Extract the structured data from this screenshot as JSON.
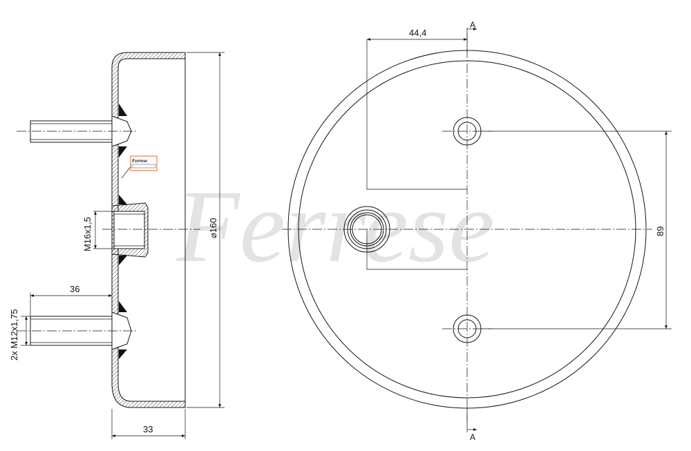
{
  "watermark": "Ferrese",
  "side_view": {
    "dim_diameter": "⌀160",
    "dim_thread_center": "M16x1,5",
    "dim_pin_length": "36",
    "dim_thread_pins": "2x M12x1,75",
    "dim_depth": "33"
  },
  "front_view": {
    "dim_offset": "44,4",
    "dim_pin_spacing": "89",
    "section_top": "A",
    "section_bottom": "A"
  },
  "stamp": {
    "logo_text": "Ferrese"
  }
}
